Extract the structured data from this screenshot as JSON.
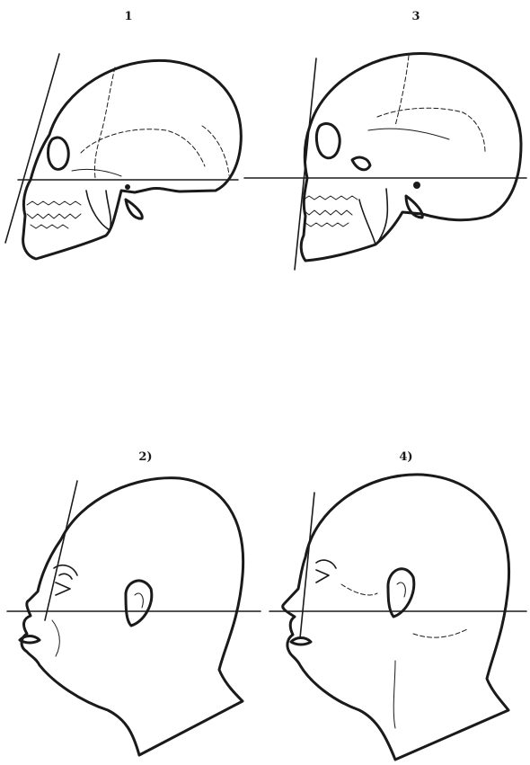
{
  "figures": [
    {
      "id": "fig1",
      "label": "1"
    },
    {
      "id": "fig3",
      "label": "3"
    },
    {
      "id": "fig2",
      "label": "2)"
    },
    {
      "id": "fig4",
      "label": "4)"
    }
  ]
}
